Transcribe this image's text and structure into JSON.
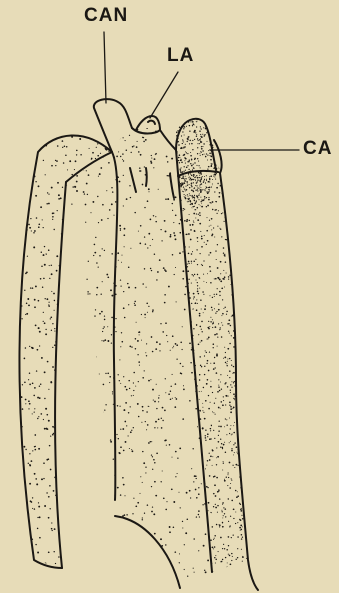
{
  "figure": {
    "background_color": "#e7dcb8",
    "ink_color": "#1b1814",
    "labels": {
      "can": "CAN",
      "la": "LA",
      "ca": "CA"
    }
  }
}
